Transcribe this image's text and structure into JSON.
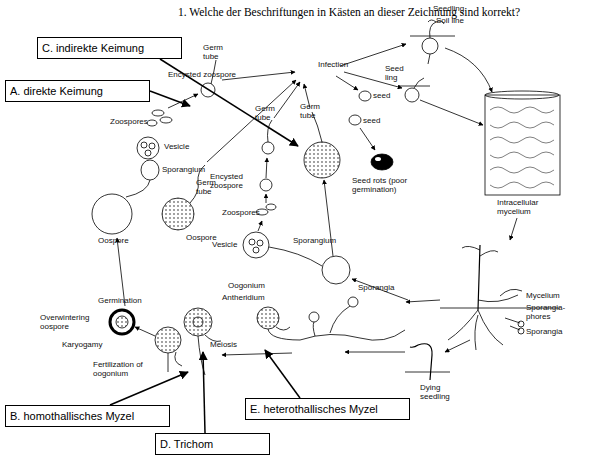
{
  "diagram": {
    "title": "1. Welche der Beschriftungen in Kästen an dieser Zeichnung sind korrekt?",
    "nodes": [
      {
        "text": [
          "C. indirekte Keimung"
        ]
      },
      {
        "text": [
          "A. direkte Keimung"
        ]
      },
      {
        "text": [
          "B. homothallisches Myzel"
        ]
      },
      {
        "text": [
          "E. heterothallisches Myzel"
        ]
      },
      {
        "text": [
          "D. Trichom"
        ]
      }
    ],
    "labels": [
      "Seedling",
      "Soil line",
      "Germ tube",
      "Infection",
      "Encysted zoospore",
      "Seed ling",
      "seed",
      "seed",
      "Zoospores",
      "Germ tube",
      "Germ tube",
      "Vesicle",
      "Sporangium",
      "Encysted zoospore",
      "Seed rots (poor germination)",
      "Intracellular mycelium",
      "Germ tube",
      "Zoospores",
      "Oospore",
      "Oospore",
      "Vesicle",
      "Sporangium",
      "Sporangia",
      "Oogonium",
      "Antheridium",
      "Mycelium",
      "Sporangia- phores",
      "Sporangia",
      "Germination",
      "Overwintering oospore",
      "Karyogamy",
      "Meiosis",
      "Fertilization of oogonium",
      "Dying seedling"
    ]
  }
}
